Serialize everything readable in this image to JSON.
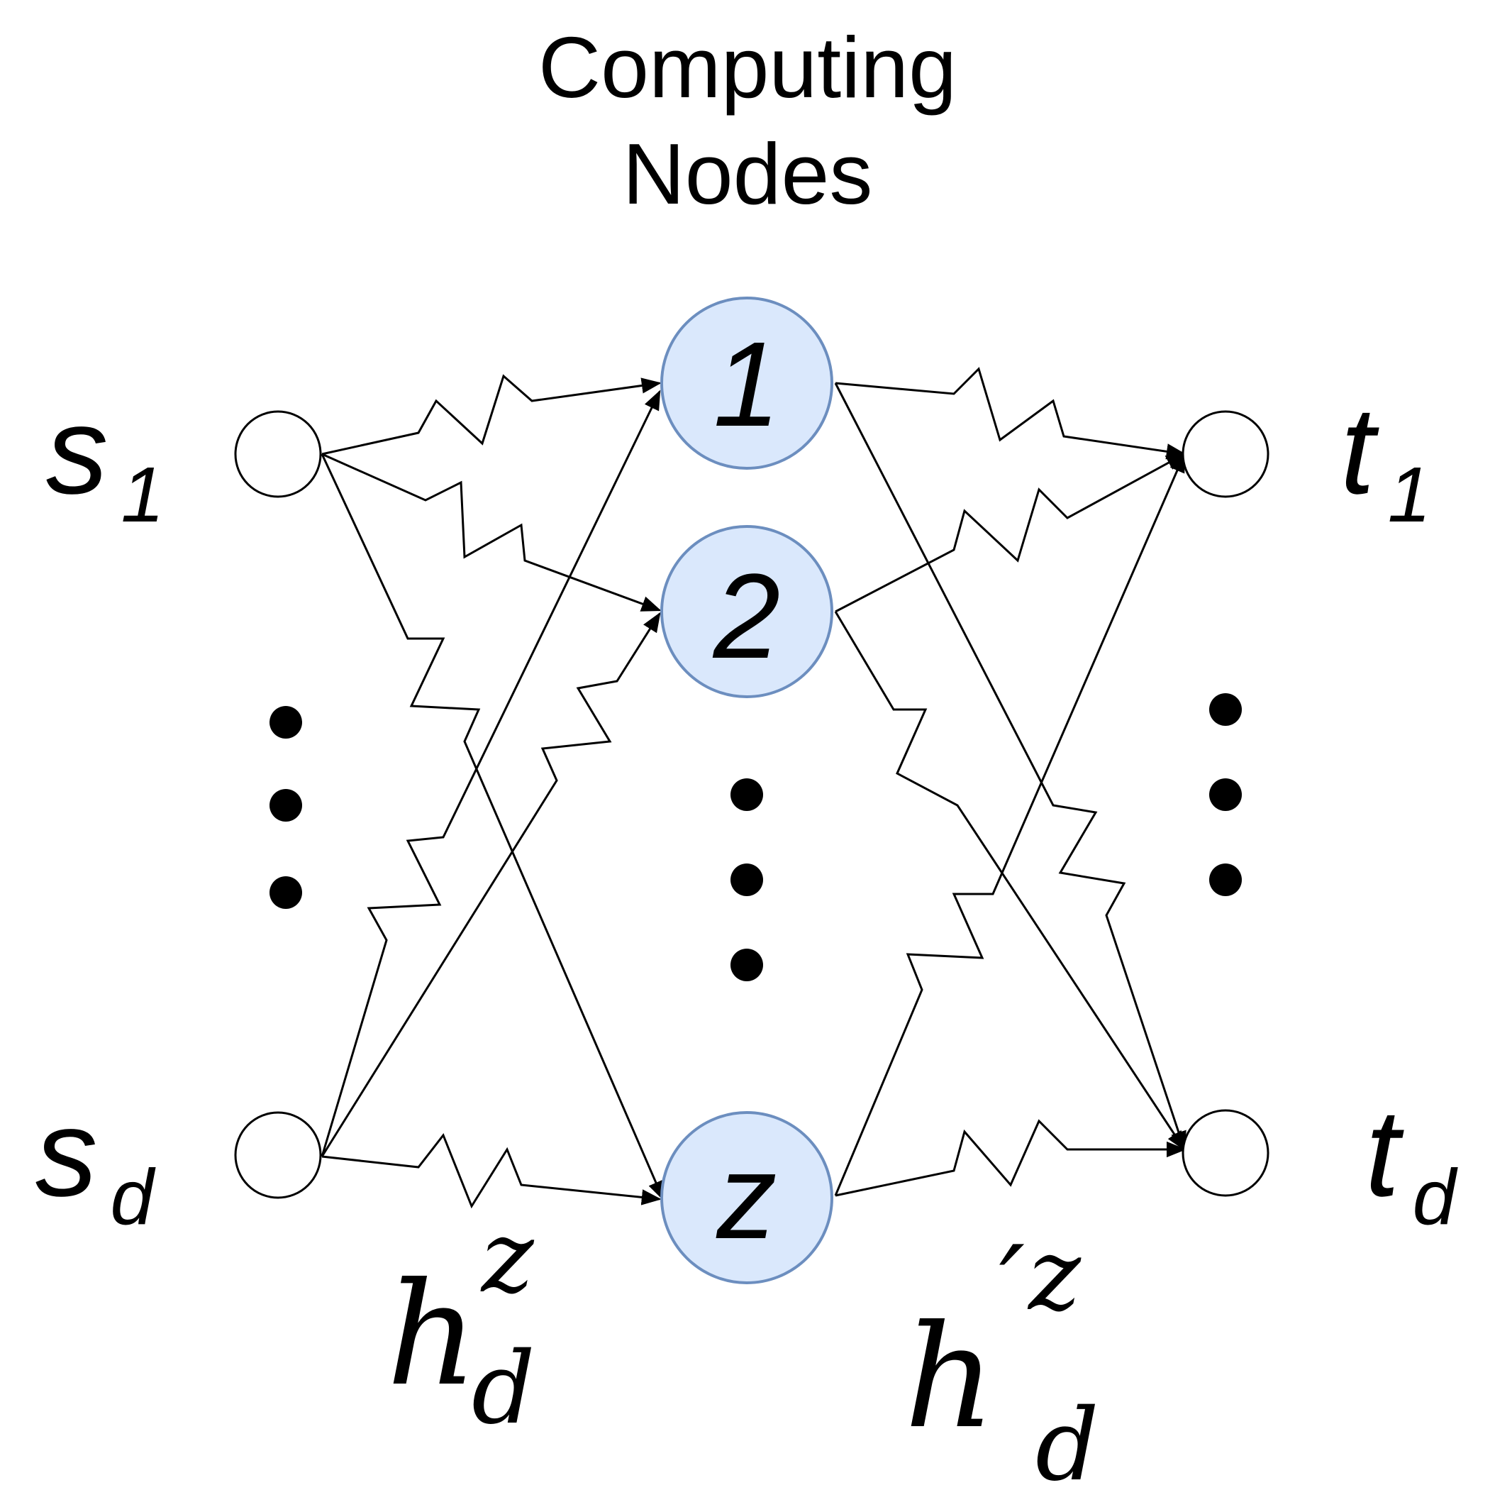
{
  "title": {
    "line1": "Computing",
    "line2": "Nodes"
  },
  "sources": [
    {
      "base": "s",
      "sub": "1"
    },
    {
      "base": "s",
      "sub": "d"
    }
  ],
  "targets": [
    {
      "base": "t",
      "sub": "1"
    },
    {
      "base": "t",
      "sub": "d"
    }
  ],
  "computing_nodes": [
    {
      "label": "1"
    },
    {
      "label": "2"
    },
    {
      "label": "z"
    }
  ],
  "edge_labels": {
    "left": {
      "base": "h",
      "sup": "z",
      "sub": "d"
    },
    "right": {
      "base": "h",
      "prime": "′",
      "sup": "z",
      "sub": "d"
    }
  },
  "colors": {
    "node_fill": "#dae8fc",
    "node_stroke": "#6c8ebf",
    "line": "#000000"
  }
}
